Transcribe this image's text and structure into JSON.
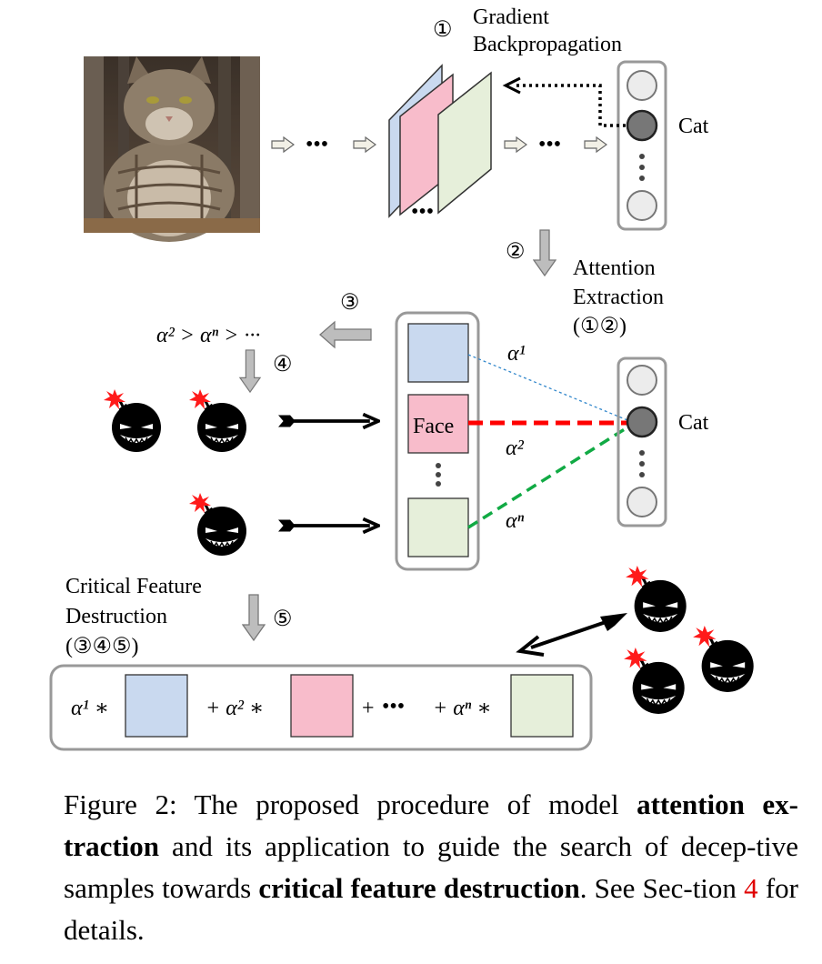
{
  "labels": {
    "step1": "①",
    "gradient_line1": "Gradient",
    "gradient_line2": "Backpropagation",
    "cat_top": "Cat",
    "cat_mid": "Cat",
    "step2": "②",
    "attention_line1": "Attention",
    "attention_line2": "Extraction",
    "attention_line3": "(①②)",
    "step3": "③",
    "step4": "④",
    "step5": "⑤",
    "rank_expr": "α² > αⁿ > ···",
    "face": "Face",
    "alpha1": "α¹",
    "alpha2": "α²",
    "alphan": "αⁿ",
    "critical_line1": "Critical Feature",
    "critical_line2": "Destruction",
    "critical_line3": "(③④⑤)",
    "sum_term1": "α¹ ∗",
    "sum_term2": "+ α² ∗",
    "sum_plus": "+",
    "sum_term3": "+ αⁿ ∗",
    "dots": "•••"
  },
  "caption": {
    "prefix": "Figure 2: The proposed procedure of model ",
    "bold1": "attention ex-traction",
    "middle": " and its application to guide the search of decep-tive samples towards ",
    "bold2": "critical feature destruction",
    "suffix1": ". See Sec-tion ",
    "ref": "4",
    "suffix2": " for details."
  },
  "colors": {
    "blue": "#c9d9ef",
    "pink": "#f8bccb",
    "green": "#e6efda",
    "gray_box": "#999999",
    "red_line": "#ff0000",
    "green_line": "#11aa44",
    "blue_line": "#3388cc",
    "caption_ref": "#e00000"
  }
}
